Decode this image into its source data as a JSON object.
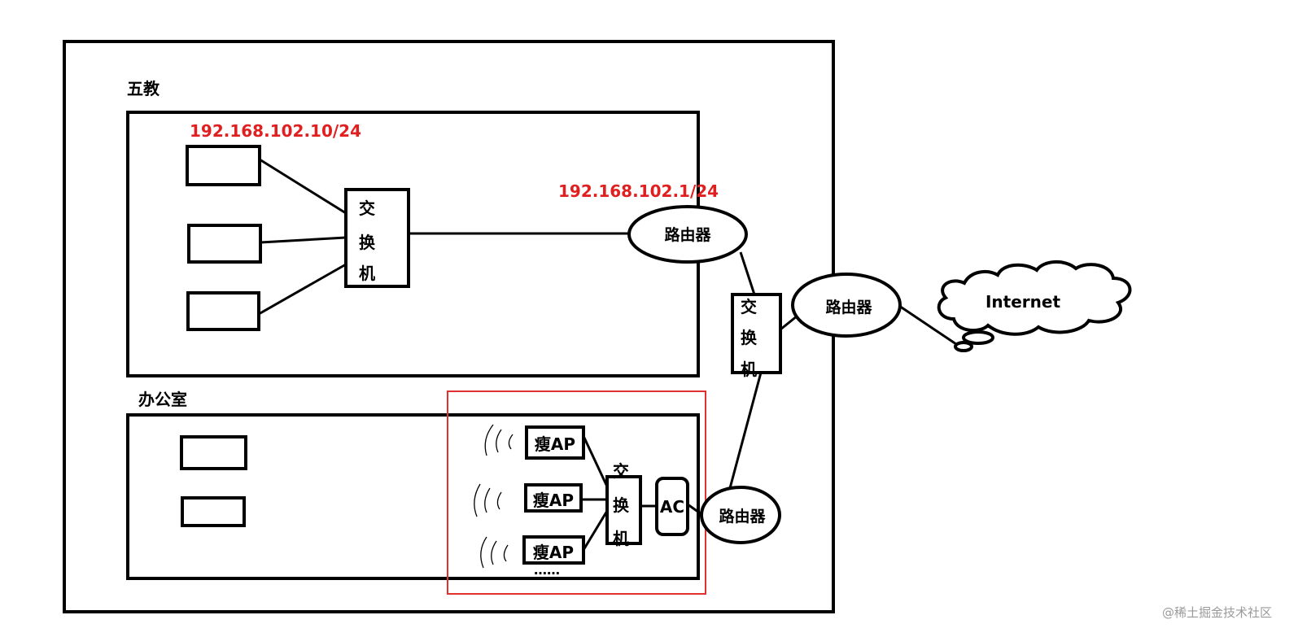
{
  "labels": {
    "building": "五教",
    "office": "办公室",
    "switch_char_1": "交",
    "switch_char_2": "换",
    "switch_char_3": "机",
    "router": "路由器",
    "internet": "Internet",
    "thin_ap": "瘦AP",
    "ac": "AC",
    "ellipsis": "……"
  },
  "ip": {
    "host": "192.168.102.10/24",
    "gateway": "192.168.102.1/24"
  },
  "watermark": "@稀土掘金技术社区",
  "colors": {
    "stroke": "#000000",
    "ip_text": "#e02020",
    "highlight_box": "#e03030",
    "watermark": "#9a9a9a"
  }
}
